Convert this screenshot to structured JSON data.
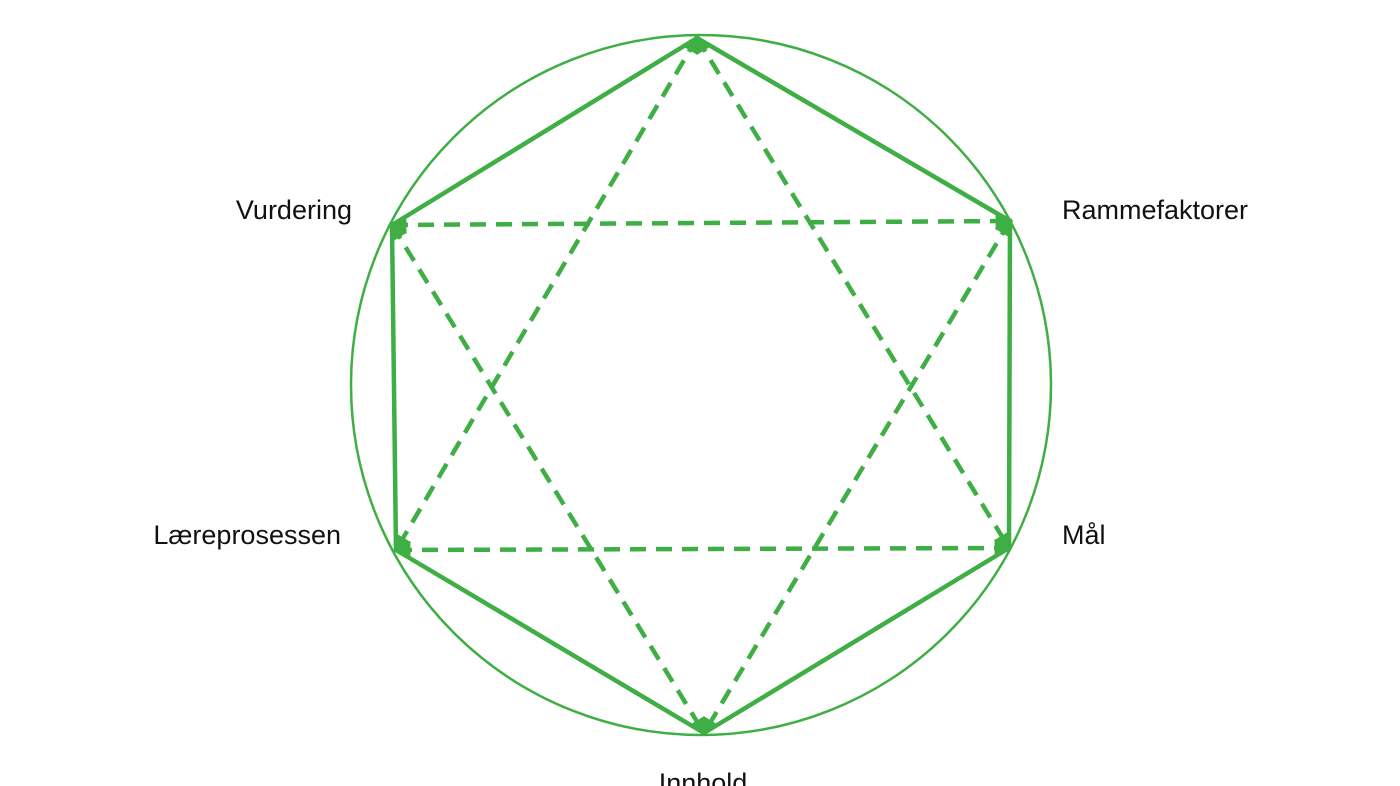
{
  "diagram": {
    "title": "",
    "line_color": "#3fae45",
    "text_color": "#111111",
    "nodes": [
      {
        "id": "top",
        "label": ""
      },
      {
        "id": "rammefaktorer",
        "label": "Rammefaktorer"
      },
      {
        "id": "mal",
        "label": "Mål"
      },
      {
        "id": "innhold",
        "label": "Innhold"
      },
      {
        "id": "lareprosessen",
        "label": "Læreprosessen"
      },
      {
        "id": "vurdering",
        "label": "Vurdering"
      }
    ],
    "edges_solid": [
      [
        "top",
        "rammefaktorer"
      ],
      [
        "rammefaktorer",
        "mal"
      ],
      [
        "mal",
        "innhold"
      ],
      [
        "innhold",
        "lareprosessen"
      ],
      [
        "lareprosessen",
        "vurdering"
      ],
      [
        "vurdering",
        "top"
      ]
    ],
    "edges_dashed": [
      [
        "top",
        "mal"
      ],
      [
        "top",
        "lareprosessen"
      ],
      [
        "vurdering",
        "rammefaktorer"
      ],
      [
        "vurdering",
        "innhold"
      ],
      [
        "lareprosessen",
        "mal"
      ],
      [
        "rammefaktorer",
        "innhold"
      ]
    ]
  }
}
